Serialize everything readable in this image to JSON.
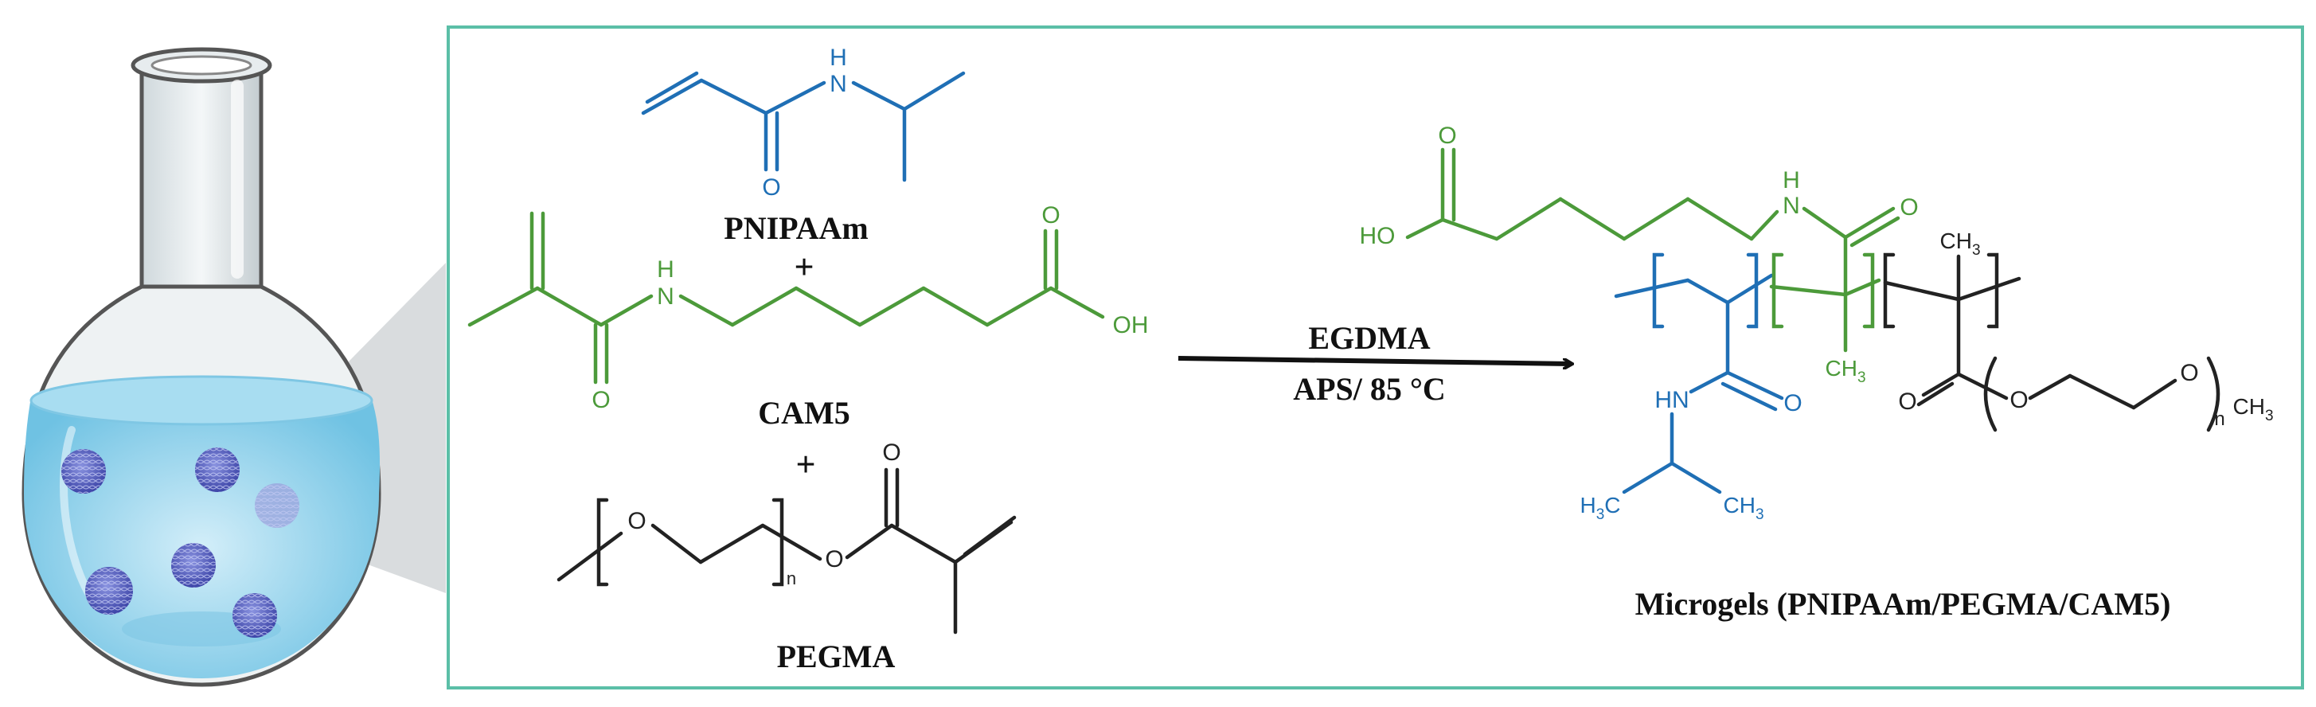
{
  "colors": {
    "blue": "#1f6fb5",
    "green": "#4c9a3a",
    "black": "#222222",
    "frame": "#5bbfa7"
  },
  "icons": {
    "flask": "round-bottom-flask-icon",
    "particles": "microgel-particle-icon"
  },
  "reactants": {
    "pnipaam": {
      "name": "PNIPAAm",
      "atom_n": "N",
      "atom_h": "H",
      "atom_o": "O"
    },
    "cam5": {
      "name": "CAM5",
      "atom_n": "N",
      "atom_h": "H",
      "atom_o": "O",
      "atom_o2": "O",
      "atom_oh": "OH"
    },
    "pegma": {
      "name": "PEGMA",
      "atom_o": "O",
      "atom_o2": "O",
      "atom_o3": "O",
      "sub_n": "n"
    },
    "plus1": "+",
    "plus2": "+"
  },
  "reaction": {
    "crosslinker": "EGDMA",
    "conditions": "APS/ 85 °C"
  },
  "product": {
    "name": "Microgels (PNIPAAm/PEGMA/CAM5)",
    "ho": "HO",
    "o_top": "O",
    "nh_h": "H",
    "nh_n": "N",
    "o_amide": "O",
    "ch3_a": "CH",
    "ch3_a_sub": "3",
    "ch3_b": "CH",
    "ch3_b_sub": "3",
    "hn": "HN",
    "o_blue": "O",
    "h3c": "H",
    "h3c_sub": "3",
    "h3c_c": "C",
    "ch3_c": "CH",
    "ch3_c_sub": "3",
    "o_ester_dbl": "O",
    "o_ester": "O",
    "o_ether": "O",
    "sub_n": "n",
    "ch3_end": "CH",
    "ch3_end_sub": "3"
  }
}
